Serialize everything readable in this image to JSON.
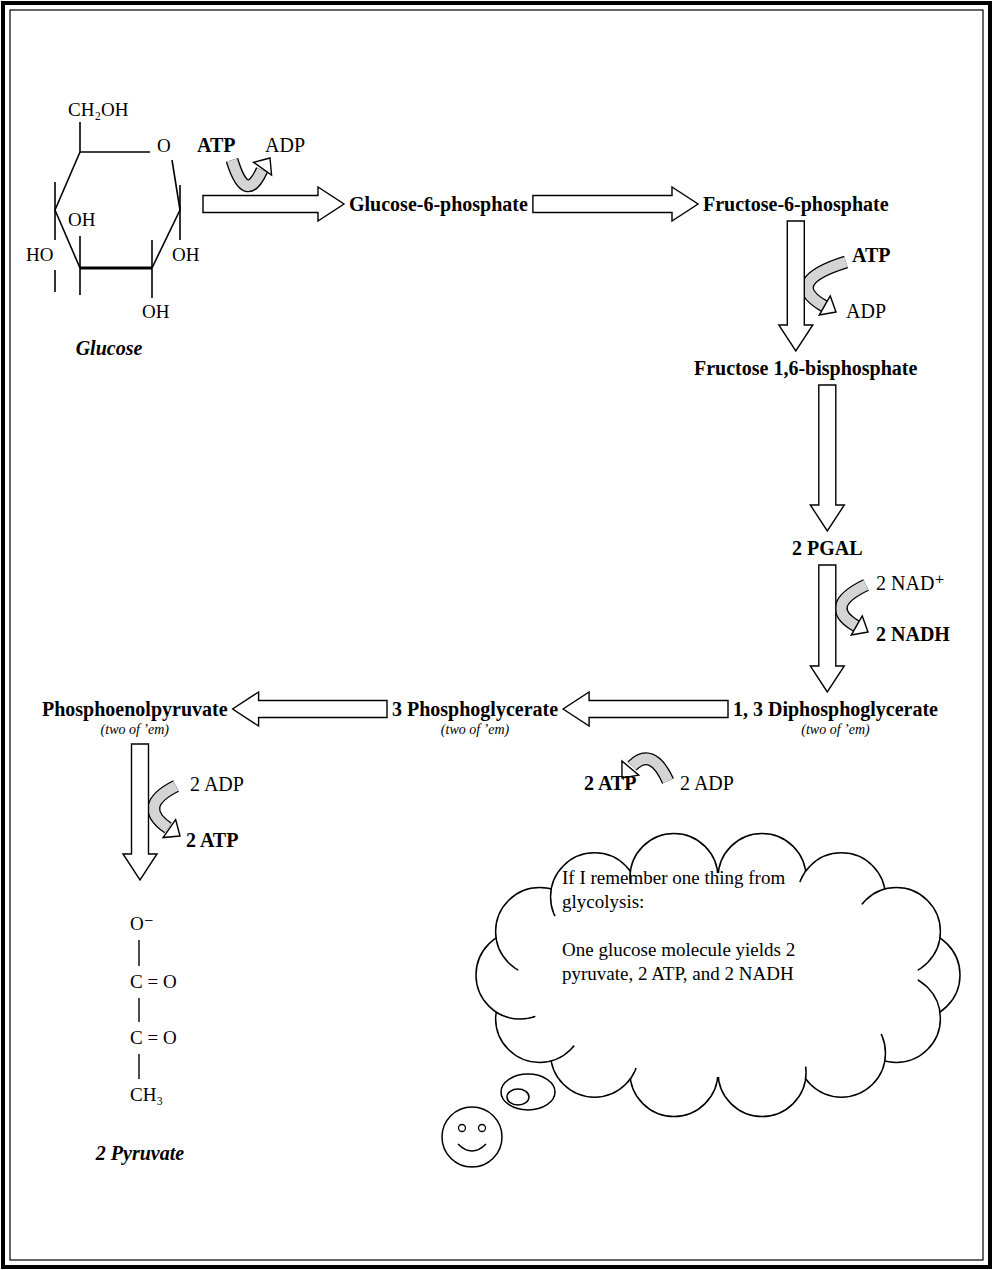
{
  "diagram": {
    "nodes": [
      {
        "text": [
          "Glucose"
        ]
      },
      {
        "text": [
          "Glucose-6-phosphate"
        ]
      },
      {
        "text": [
          "Fructose-6-phosphate"
        ]
      },
      {
        "text": [
          "Fructose 1,6-bisphosphate"
        ]
      },
      {
        "text": [
          "2 PGAL"
        ]
      },
      {
        "text": [
          "1, 3 Diphosphoglycerate",
          "(two of ’em)"
        ]
      },
      {
        "text": [
          "3 Phosphoglycerate",
          "(two of ’em)"
        ]
      },
      {
        "text": [
          "Phosphoenolpyruvate",
          "(two of ’em)"
        ]
      },
      {
        "text": [
          "2 Pyruvate"
        ]
      },
      {
        "text": [
          "If I remember one thing from glycolysis:",
          "One glucose molecule yields 2 pyruvate, 2 ATP, and 2 NADH"
        ]
      }
    ],
    "edges": [
      {
        "from": 0,
        "to": 1,
        "arrow": "to"
      },
      {
        "from": 1,
        "to": 2,
        "arrow": "to"
      },
      {
        "from": 2,
        "to": 3,
        "arrow": "to"
      },
      {
        "from": 3,
        "to": 4,
        "arrow": "to"
      },
      {
        "from": 4,
        "to": 5,
        "arrow": "to"
      },
      {
        "from": 5,
        "to": 6,
        "arrow": "to"
      },
      {
        "from": 6,
        "to": 7,
        "arrow": "to"
      },
      {
        "from": 7,
        "to": 8,
        "arrow": "to"
      }
    ],
    "labels": [
      "ATP",
      "ADP",
      "ATP",
      "ADP",
      "2 NAD⁺",
      "2 NADH",
      "2 ATP",
      "2 ADP",
      "2 ADP",
      "2 ATP",
      "CH₂OH",
      "O",
      "OH",
      "HO",
      "OH",
      "OH",
      "O⁻",
      "C = O",
      "C = O",
      "CH₃"
    ]
  }
}
